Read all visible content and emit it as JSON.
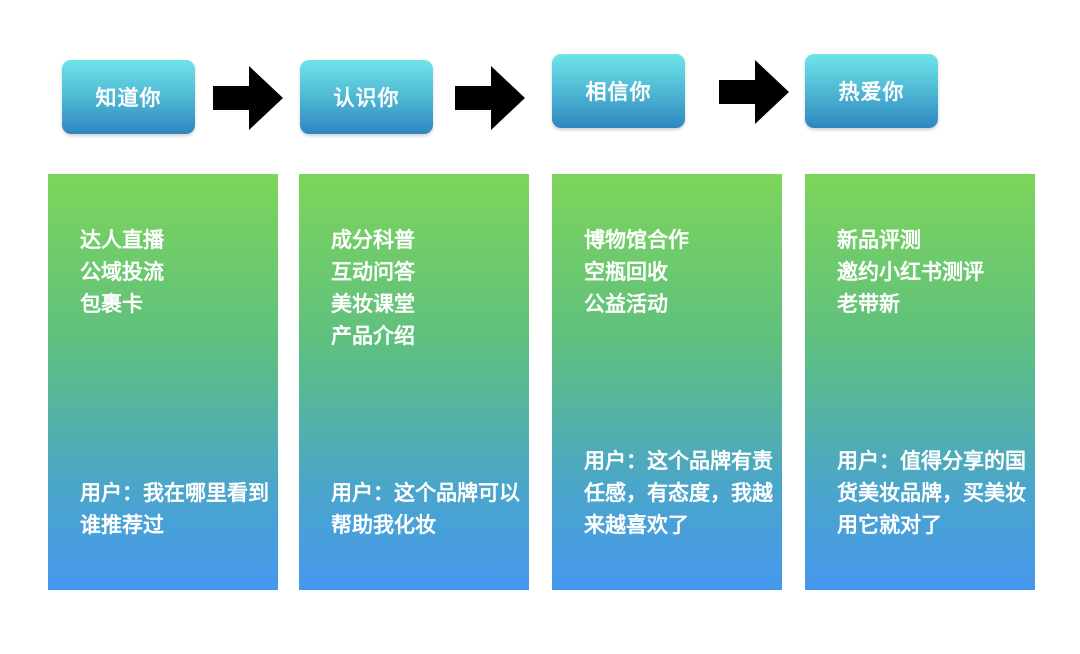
{
  "stages": [
    {
      "label": "知道你"
    },
    {
      "label": "认识你"
    },
    {
      "label": "相信你"
    },
    {
      "label": "热爱你"
    }
  ],
  "columns": [
    {
      "items": [
        "达人直播",
        "公域投流",
        "包裹卡"
      ],
      "quote": "用户：我在哪里看到谁推荐过"
    },
    {
      "items": [
        "成分科普",
        "互动问答",
        "美妆课堂",
        "产品介绍"
      ],
      "quote": "用户：这个品牌可以帮助我化妆"
    },
    {
      "items": [
        "博物馆合作",
        "空瓶回收",
        "公益活动"
      ],
      "quote": "用户：这个品牌有责任感，有态度，我越来越喜欢了"
    },
    {
      "items": [
        "新品评测",
        "邀约小红书测评",
        "老带新"
      ],
      "quote": "用户：值得分享的国货美妆品牌，买美妆用它就对了"
    }
  ],
  "colors": {
    "stage_top": "#6fe4ea",
    "stage_bottom": "#2f86c0",
    "column_top": "#7dd55a",
    "column_bottom": "#4698ef",
    "arrow": "#000000",
    "text": "#ffffff"
  },
  "icons": [
    "arrow-right-icon"
  ]
}
